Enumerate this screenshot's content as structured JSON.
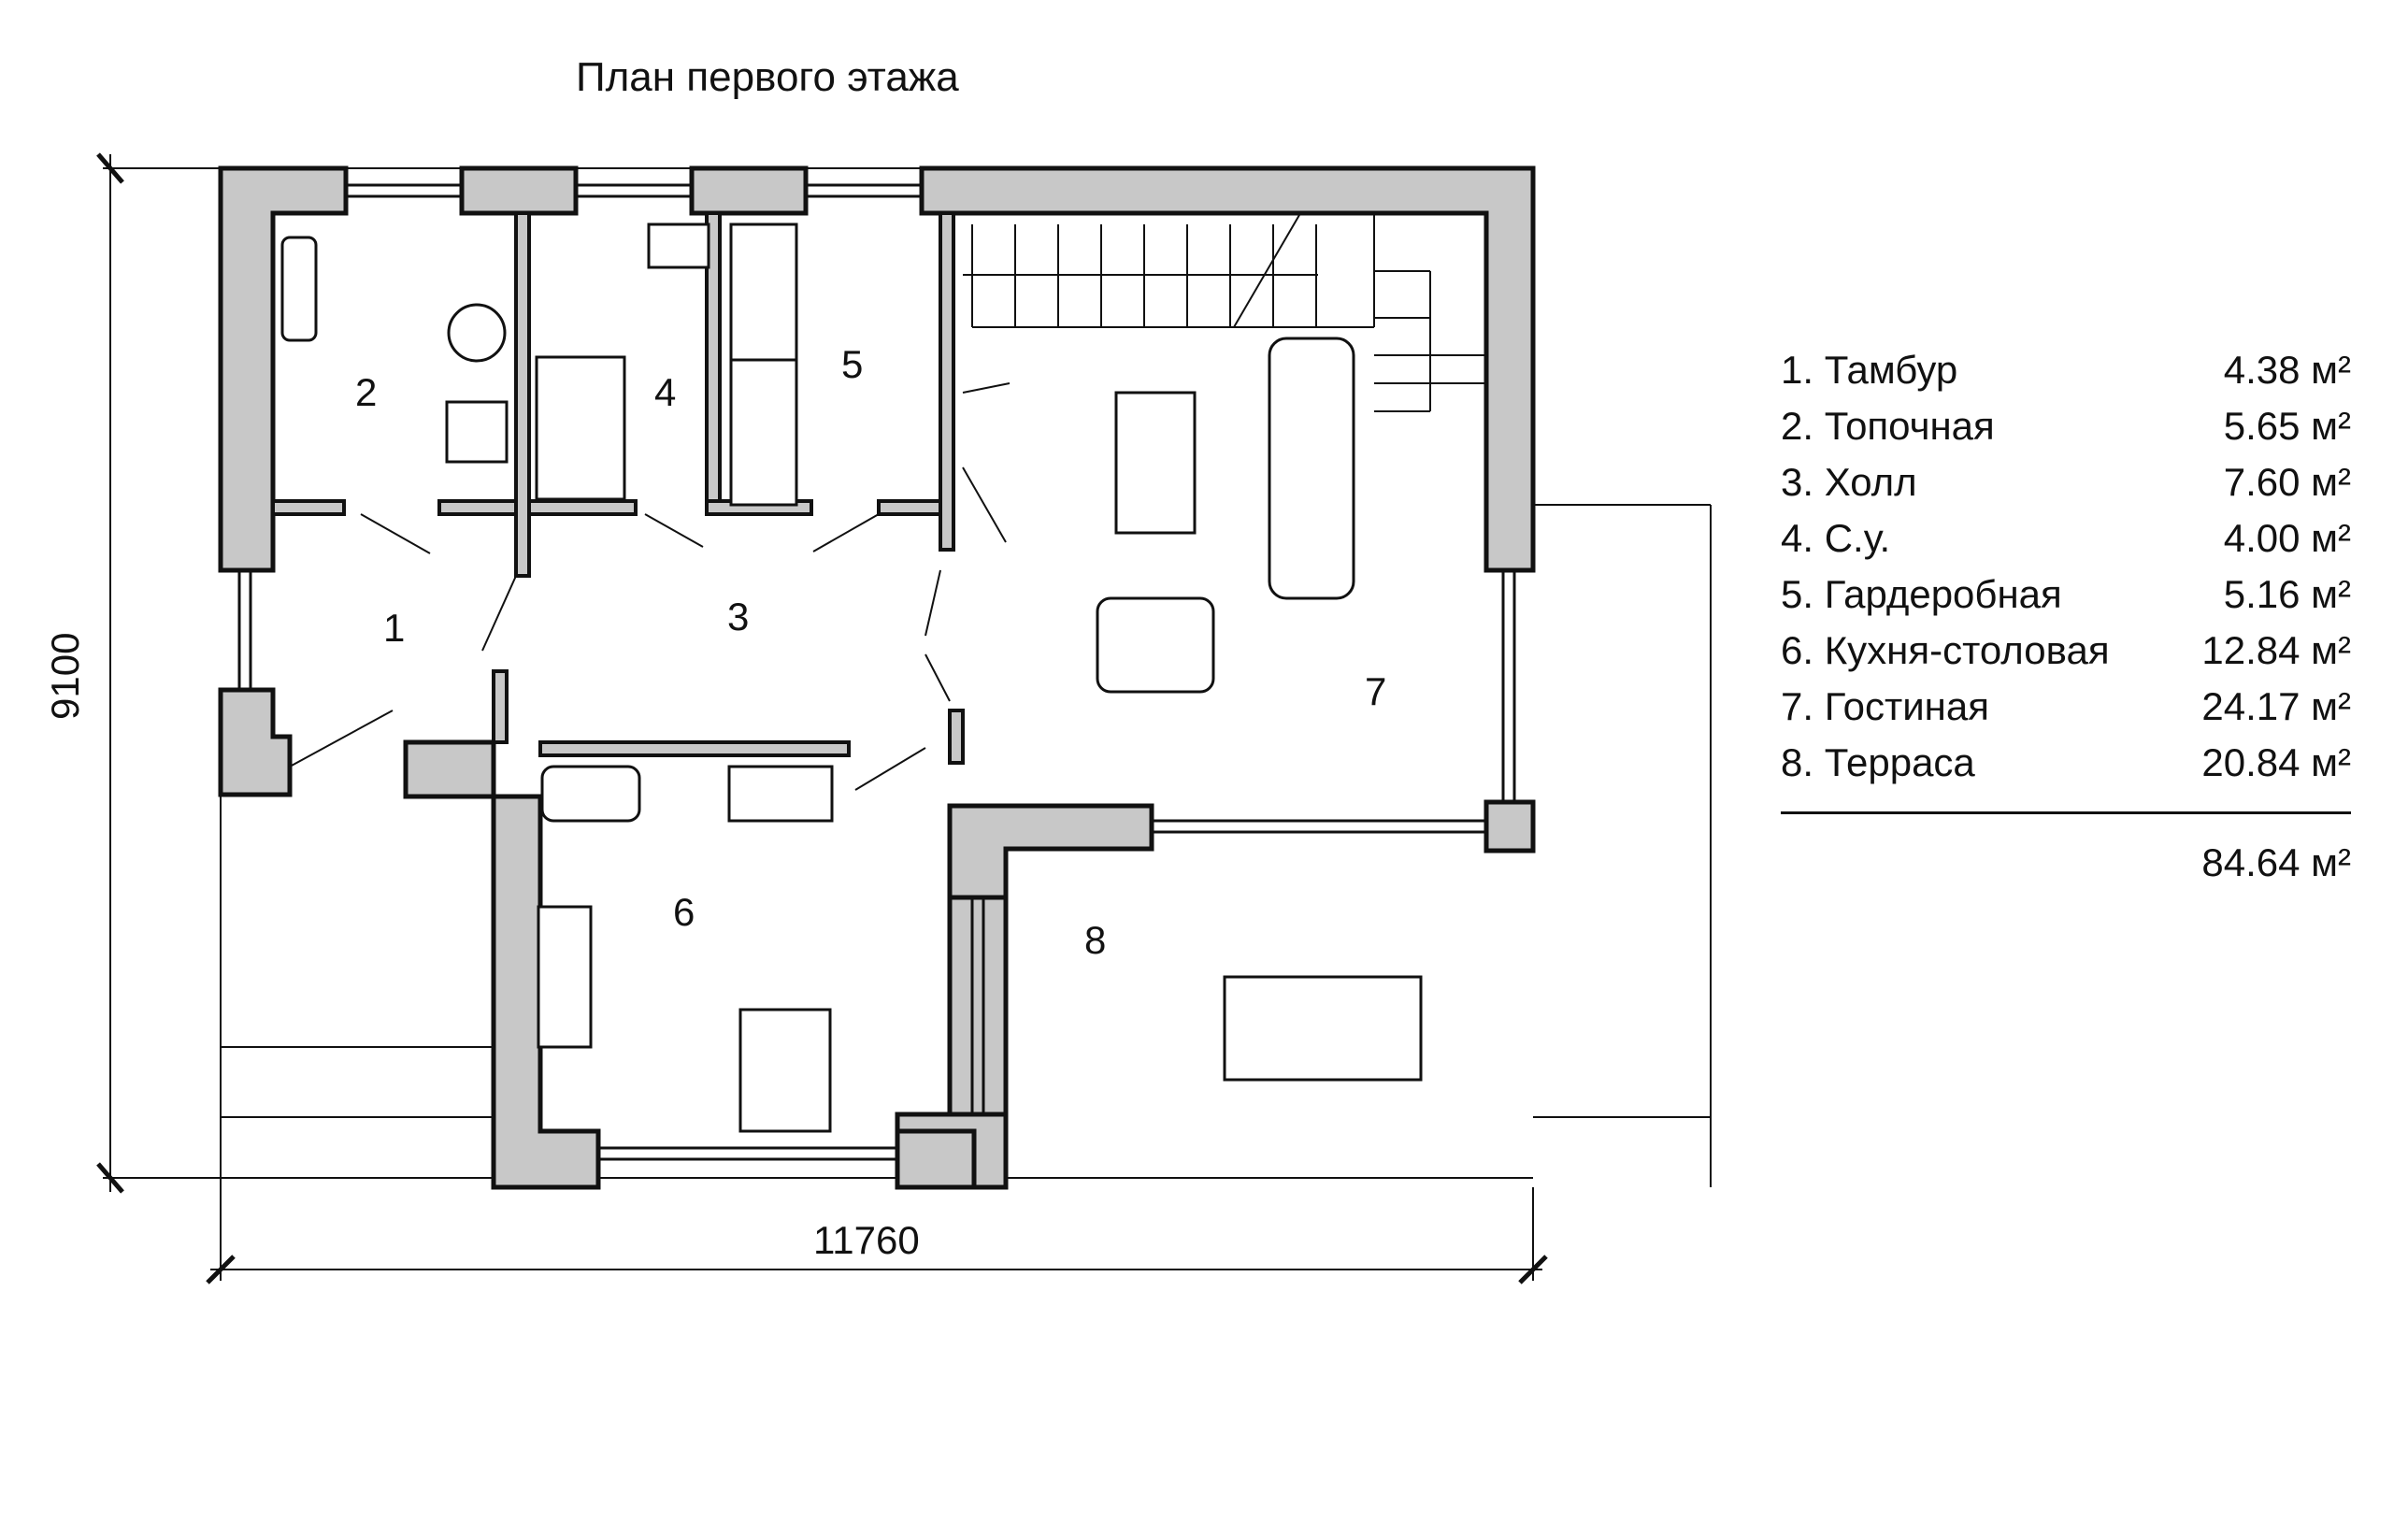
{
  "title": "План первого этажа",
  "dimensions": {
    "width": "11760",
    "height": "9100"
  },
  "rooms": [
    {
      "num": "1",
      "name": "Тамбур",
      "label": "1. Тамбур",
      "area": "4.38 м²"
    },
    {
      "num": "2",
      "name": "Топочная",
      "label": "2. Топочная",
      "area": "5.65 м²"
    },
    {
      "num": "3",
      "name": "Холл",
      "label": "3. Холл",
      "area": "7.60 м²"
    },
    {
      "num": "4",
      "name": "С.у.",
      "label": "4. С.у.",
      "area": "4.00 м²"
    },
    {
      "num": "5",
      "name": "Гардеробная",
      "label": "5. Гардеробная",
      "area": "5.16 м²"
    },
    {
      "num": "6",
      "name": "Кухня-столовая",
      "label": "6. Кухня-столовая",
      "area": "12.84 м²"
    },
    {
      "num": "7",
      "name": "Гостиная",
      "label": "7. Гостиная",
      "area": "24.17 м²"
    },
    {
      "num": "8",
      "name": "Терраса",
      "label": "8. Терраса",
      "area": "20.84 м²"
    }
  ],
  "total_area": "84.64 м²",
  "colors": {
    "wall_fill": "#c8c8c8",
    "line": "#111111",
    "background": "#ffffff"
  }
}
